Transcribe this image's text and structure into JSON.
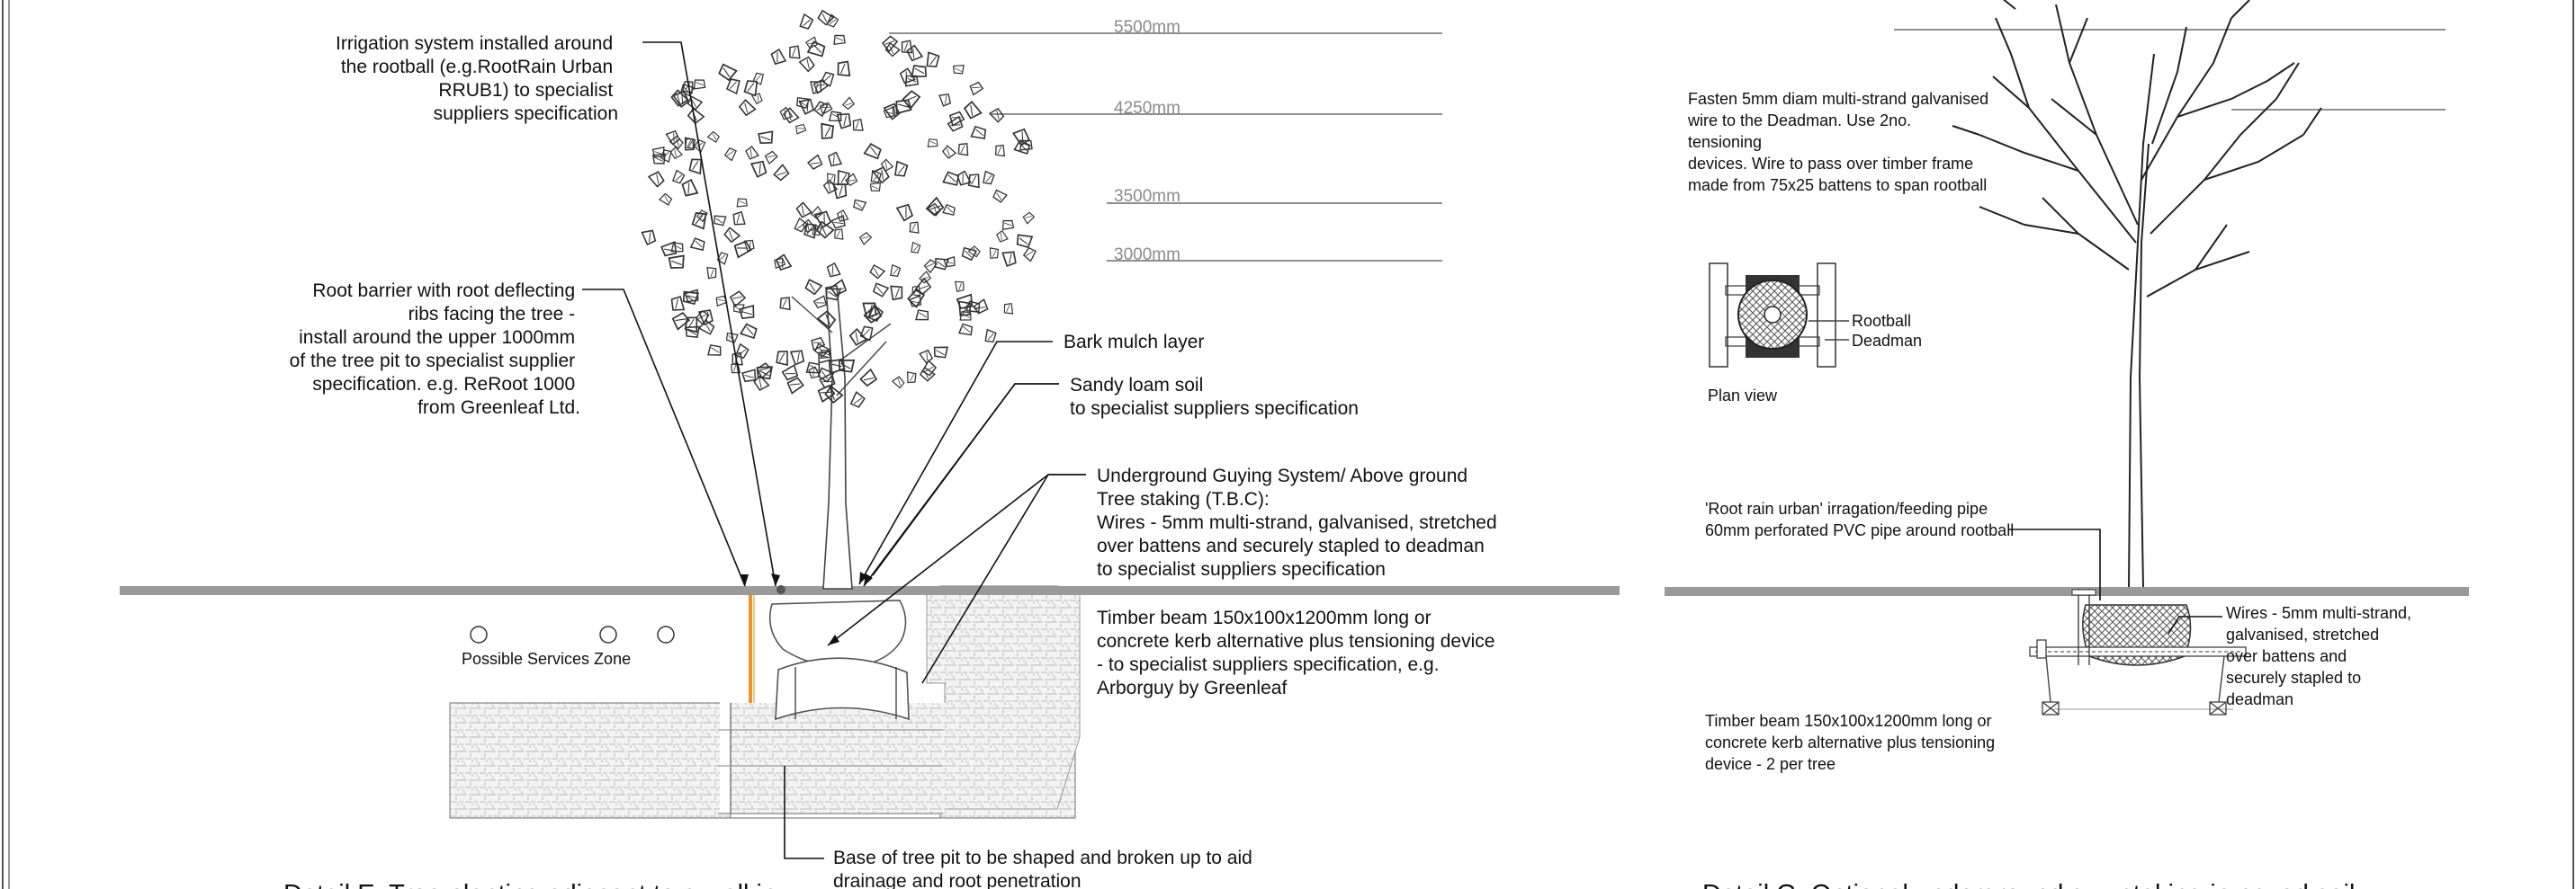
{
  "left_detail": {
    "levels": [
      "5500mm",
      "4250mm",
      "3500mm",
      "3000mm"
    ],
    "labels": {
      "irrigation": [
        "Irrigation system installed around",
        "the rootball (e.g.RootRain Urban",
        "RRUB1)  to specialist",
        "suppliers specification"
      ],
      "root_barrier": [
        "Root barrier with root deflecting",
        "ribs facing the tree -",
        "install around the upper 1000mm",
        "of the tree pit to specialist supplier",
        "specification. e.g. ReRoot 1000",
        "from Greenleaf Ltd."
      ],
      "bark_mulch": [
        "Bark mulch layer"
      ],
      "sandy_loam": [
        "Sandy loam soil",
        "to specialist suppliers specification"
      ],
      "guying": [
        "Underground Guying System/ Above ground",
        "Tree staking (T.B.C):",
        "Wires - 5mm multi-strand, galvanised, stretched",
        "over battens and securely stapled to deadman",
        "to specialist suppliers specification"
      ],
      "timber_beam": [
        "Timber beam 150x100x1200mm long or",
        "concrete kerb alternative plus tensioning device",
        "-  to specialist suppliers specification, e.g.",
        "Arborguy by Greenleaf"
      ],
      "services_zone": [
        "Possible Services Zone"
      ],
      "base_pit": [
        "Base of tree pit to be shaped and broken up to aid",
        "drainage and root penetration"
      ]
    },
    "caption": "Detail E: Tree planting adjacent to a wall in"
  },
  "right_detail": {
    "labels": {
      "fasten": [
        "Fasten 5mm diam multi-strand galvanised",
        "wire to the Deadman. Use 2no.",
        "tensioning",
        "devices. Wire to pass over timber frame",
        "made from 75x25 battens to span rootball"
      ],
      "rootball": [
        "Rootball"
      ],
      "deadman": [
        "Deadman"
      ],
      "plan_view": [
        "Plan view"
      ],
      "root_rain": [
        "'Root rain urban' irragation/feeding pipe",
        "60mm perforated PVC pipe around rootball"
      ],
      "wires": [
        "Wires - 5mm multi-strand,",
        "galvanised, stretched",
        "over battens and",
        "securely stapled to",
        "deadman"
      ],
      "timber_beam": [
        "Timber beam 150x100x1200mm long or",
        "concrete kerb alternative plus tensioning",
        "device - 2 per tree"
      ]
    },
    "caption": "Detail G: Optional underground guy staking in paved soil"
  },
  "colors": {
    "ground": "#9a9a9a",
    "root_barrier": "#e8952a",
    "level_lines": "#8a8a8a"
  }
}
